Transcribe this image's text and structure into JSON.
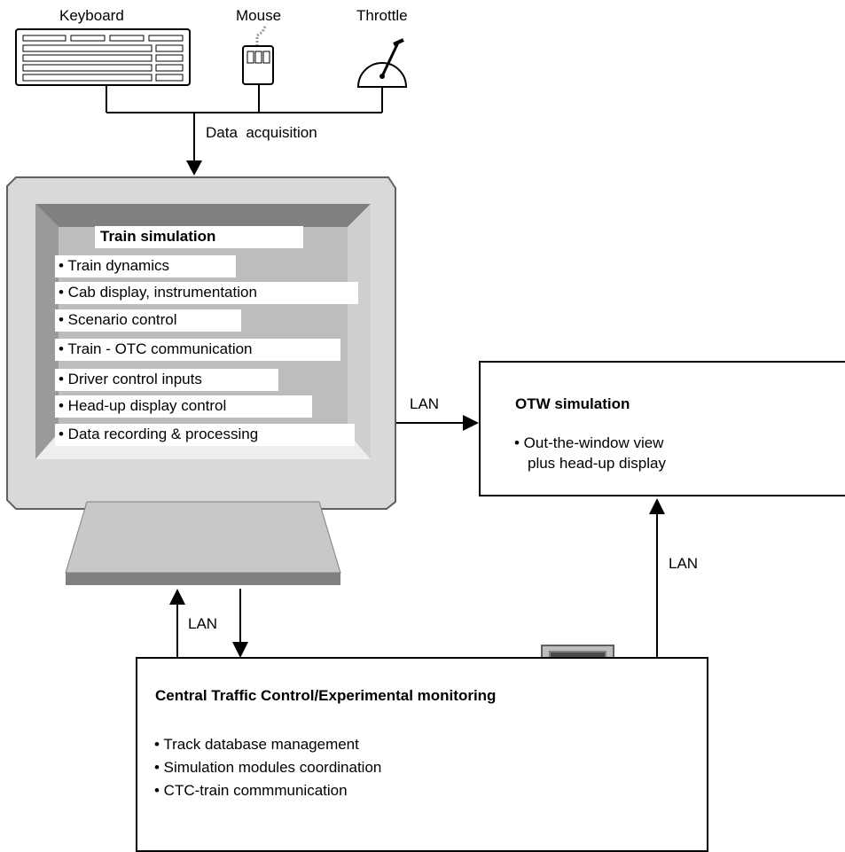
{
  "devices": {
    "keyboard_label": "Keyboard",
    "mouse_label": "Mouse",
    "throttle_label": "Throttle"
  },
  "data_acquisition_label": "Data  acquisition",
  "train_simulation": {
    "title": "Train simulation",
    "items": [
      "• Train dynamics",
      "• Cab display, instrumentation",
      "• Scenario control",
      "• Train - OTC communication",
      "• Driver control inputs",
      "• Head-up display control",
      "• Data recording & processing"
    ]
  },
  "otw_simulation": {
    "title": "OTW simulation",
    "line1": "• Out-the-window view",
    "line2": "plus head-up display"
  },
  "ctc": {
    "title": "Central Traffic Control/Experimental monitoring",
    "items": [
      "• Track database management",
      "• Simulation modules coordination",
      "• CTC-train commmunication"
    ]
  },
  "links": {
    "lan_to_otw": "LAN",
    "lan_ctc_to_otw": "LAN",
    "lan_ctc_train": "LAN"
  },
  "colors": {
    "monitor_light": "#d9d9d9",
    "monitor_mid": "#bdbdbd",
    "monitor_dark": "#808080",
    "screen_dark": "#4a4a4a"
  }
}
